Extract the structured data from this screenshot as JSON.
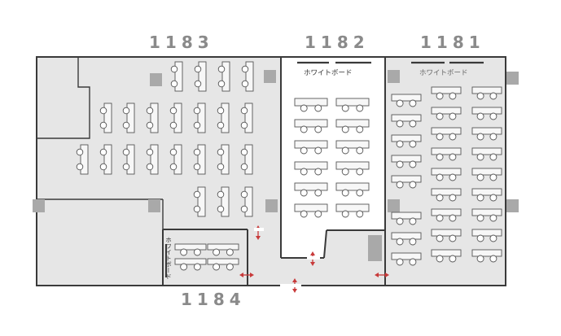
{
  "rooms": {
    "r1183": {
      "number": "1183"
    },
    "r1182": {
      "number": "1182",
      "whiteboard": "ホワイトボード"
    },
    "r1181": {
      "number": "1181",
      "whiteboard": "ホワイトボード"
    },
    "r1184": {
      "number": "1184",
      "whiteboard": "ホワイトボード"
    }
  },
  "colors": {
    "floor": "#e6e6e6",
    "wall": "#3a3a3a",
    "pillar": "#a9a9a9",
    "door_arrow": "#c83a3a",
    "label": "#8a8a8a",
    "table_fill": "#f7f7f7"
  }
}
